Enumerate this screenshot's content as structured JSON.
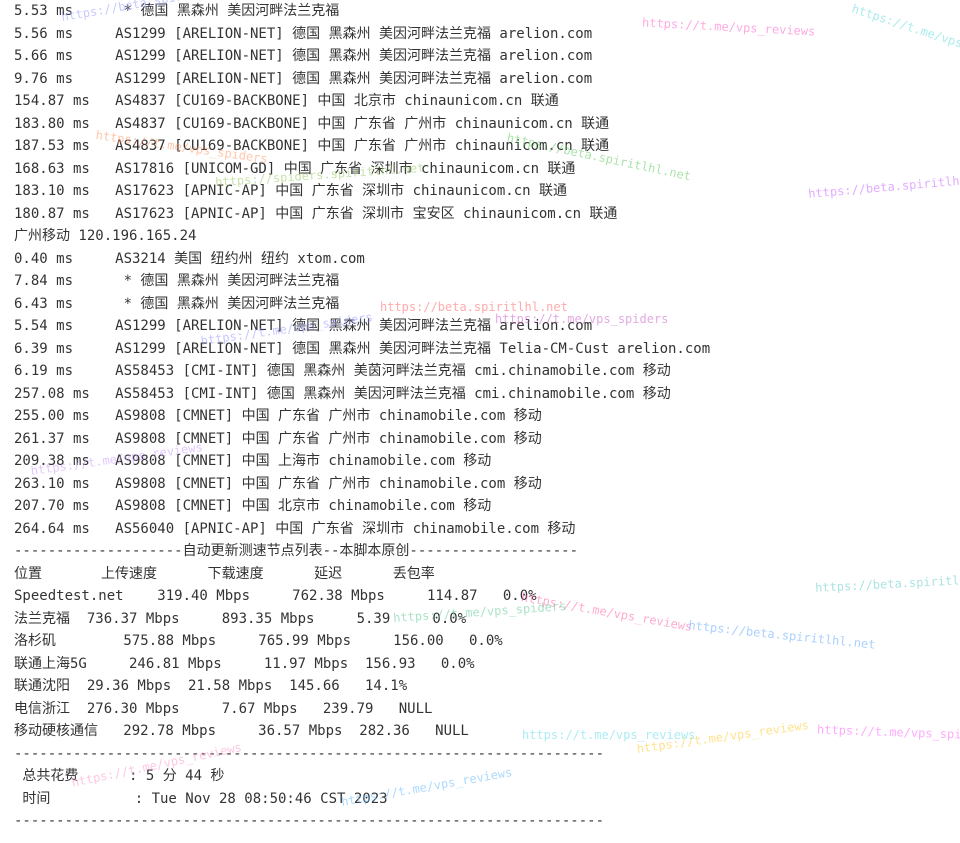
{
  "terminal": {
    "lines": [
      "5.53 ms      * 德国 黑森州 美因河畔法兰克福",
      "5.56 ms     AS1299 [ARELION-NET] 德国 黑森州 美因河畔法兰克福 arelion.com",
      "5.66 ms     AS1299 [ARELION-NET] 德国 黑森州 美因河畔法兰克福 arelion.com",
      "9.76 ms     AS1299 [ARELION-NET] 德国 黑森州 美因河畔法兰克福 arelion.com",
      "154.87 ms   AS4837 [CU169-BACKBONE] 中国 北京市 chinaunicom.cn 联通",
      "183.80 ms   AS4837 [CU169-BACKBONE] 中国 广东省 广州市 chinaunicom.cn 联通",
      "187.53 ms   AS4837 [CU169-BACKBONE] 中国 广东省 广州市 chinaunicom.cn 联通",
      "168.63 ms   AS17816 [UNICOM-GD] 中国 广东省 深圳市 chinaunicom.cn 联通",
      "183.10 ms   AS17623 [APNIC-AP] 中国 广东省 深圳市 chinaunicom.cn 联通",
      "180.87 ms   AS17623 [APNIC-AP] 中国 广东省 深圳市 宝安区 chinaunicom.cn 联通",
      "广州移动 120.196.165.24",
      "0.40 ms     AS3214 美国 纽约州 纽约 xtom.com",
      "7.84 ms      * 德国 黑森州 美因河畔法兰克福",
      "6.43 ms      * 德国 黑森州 美因河畔法兰克福",
      "5.54 ms     AS1299 [ARELION-NET] 德国 黑森州 美因河畔法兰克福 arelion.com",
      "6.39 ms     AS1299 [ARELION-NET] 德国 黑森州 美因河畔法兰克福 Telia-CM-Cust arelion.com",
      "6.19 ms     AS58453 [CMI-INT] 德国 黑森州 美茵河畔法兰克福 cmi.chinamobile.com 移动",
      "257.08 ms   AS58453 [CMI-INT] 德国 黑森州 美因河畔法兰克福 cmi.chinamobile.com 移动",
      "255.00 ms   AS9808 [CMNET] 中国 广东省 广州市 chinamobile.com 移动",
      "261.37 ms   AS9808 [CMNET] 中国 广东省 广州市 chinamobile.com 移动",
      "209.38 ms   AS9808 [CMNET] 中国 上海市 chinamobile.com 移动",
      "263.10 ms   AS9808 [CMNET] 中国 广东省 广州市 chinamobile.com 移动",
      "207.70 ms   AS9808 [CMNET] 中国 北京市 chinamobile.com 移动",
      "264.64 ms   AS56040 [APNIC-AP] 中国 广东省 深圳市 chinamobile.com 移动",
      "--------------------自动更新测速节点列表--本脚本原创--------------------",
      "位置       上传速度      下载速度      延迟      丢包率",
      "Speedtest.net    319.40 Mbps     762.38 Mbps     114.87   0.0%",
      "法兰克福  736.37 Mbps     893.35 Mbps     5.39     0.0%",
      "洛杉矶        575.88 Mbps     765.99 Mbps     156.00   0.0%",
      "联通上海5G     246.81 Mbps     11.97 Mbps  156.93   0.0%",
      "联通沈阳  29.36 Mbps  21.58 Mbps  145.66   14.1%",
      "电信浙江  276.30 Mbps     7.67 Mbps   239.79   NULL",
      "移动硬核通信   292.78 Mbps     36.57 Mbps  282.36   NULL",
      "----------------------------------------------------------------------",
      " 总共花费      : 5 分 44 秒",
      " 时间          : Tue Nov 28 08:50:46 CST 2023",
      "",
      "----------------------------------------------------------------------"
    ]
  },
  "watermarks": [
    {
      "text": "https://beta.spiritlhl.net",
      "color": "#9aa0ff"
    },
    {
      "text": "https://t.me/vps_reviews",
      "color": "#ff66cc"
    },
    {
      "text": "https://t.me/vps_spiders",
      "color": "#66dddd"
    },
    {
      "text": "https://beta.spiritlhl.net",
      "color": "#66cc66"
    },
    {
      "text": "https://beta.spiritlhl",
      "color": "#cc66ff"
    },
    {
      "text": "https://t.me/vps_spiders",
      "color": "#ff9966"
    },
    {
      "text": "https://spiders.spiritlhl.net",
      "color": "#99cc66"
    },
    {
      "text": "https://beta.spiritlhl.net",
      "color": "#ff6666"
    },
    {
      "text": "https://t.me/vps_spiders",
      "color": "#cc66cc"
    },
    {
      "text": "https://t.me/vps_spiders",
      "color": "#9999ff"
    },
    {
      "text": "https://t.me/vps_reviews",
      "color": "#cc99ff"
    },
    {
      "text": "https://beta.spiritlhl.net",
      "color": "#66cccc"
    },
    {
      "text": "https://t.me/vps_reviews",
      "color": "#ff66aa"
    },
    {
      "text": "https://beta.spiritlhl.net",
      "color": "#66aaff"
    },
    {
      "text": "https://t.me/vps_spiders",
      "color": "#66cc99"
    },
    {
      "text": "https://t.me/vps_reviews",
      "color": "#ffcc33"
    },
    {
      "text": "https://t.me/vps_reviews",
      "color": "#66ddee"
    },
    {
      "text": "https://t.me/vps_spi",
      "color": "#ff66ff"
    },
    {
      "text": "https://t.me/vps_reviews",
      "color": "#ff99cc"
    },
    {
      "text": "https://t.me/vps_reviews",
      "color": "#66bbff"
    }
  ]
}
